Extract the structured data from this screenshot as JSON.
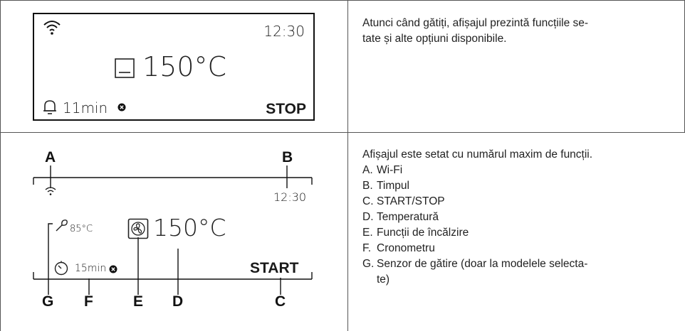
{
  "row1": {
    "display": {
      "time": "12:30",
      "temperature": "150°C",
      "timer": "11min",
      "action": "STOP"
    },
    "description": "Atunci când gătiți, afișajul prezintă funcțiile se-\ntate și alte opțiuni disponibile."
  },
  "row2": {
    "display": {
      "time": "12:30",
      "temperature": "150°C",
      "probe_temp": "85°C",
      "timer": "15min",
      "action": "START"
    },
    "callouts": {
      "a": "A",
      "b": "B",
      "c": "C",
      "d": "D",
      "e": "E",
      "f": "F",
      "g": "G"
    },
    "description_intro": "Afișajul este setat cu numărul maxim de funcții.",
    "items": [
      {
        "key": "A.",
        "text": "Wi-Fi"
      },
      {
        "key": "B.",
        "text": "Timpul"
      },
      {
        "key": "C.",
        "text": "START/STOP"
      },
      {
        "key": "D.",
        "text": "Temperatură"
      },
      {
        "key": "E.",
        "text": "Funcții de încălzire"
      },
      {
        "key": "F.",
        "text": "Cronometru"
      },
      {
        "key": "G.",
        "text": "Senzor de gătire (doar la modelele selecta-\nte)"
      }
    ]
  },
  "icons": [
    "wifi-icon",
    "oven-icon",
    "bell-icon",
    "cancel-icon",
    "meat-probe-icon",
    "fan-icon",
    "timer-icon"
  ]
}
